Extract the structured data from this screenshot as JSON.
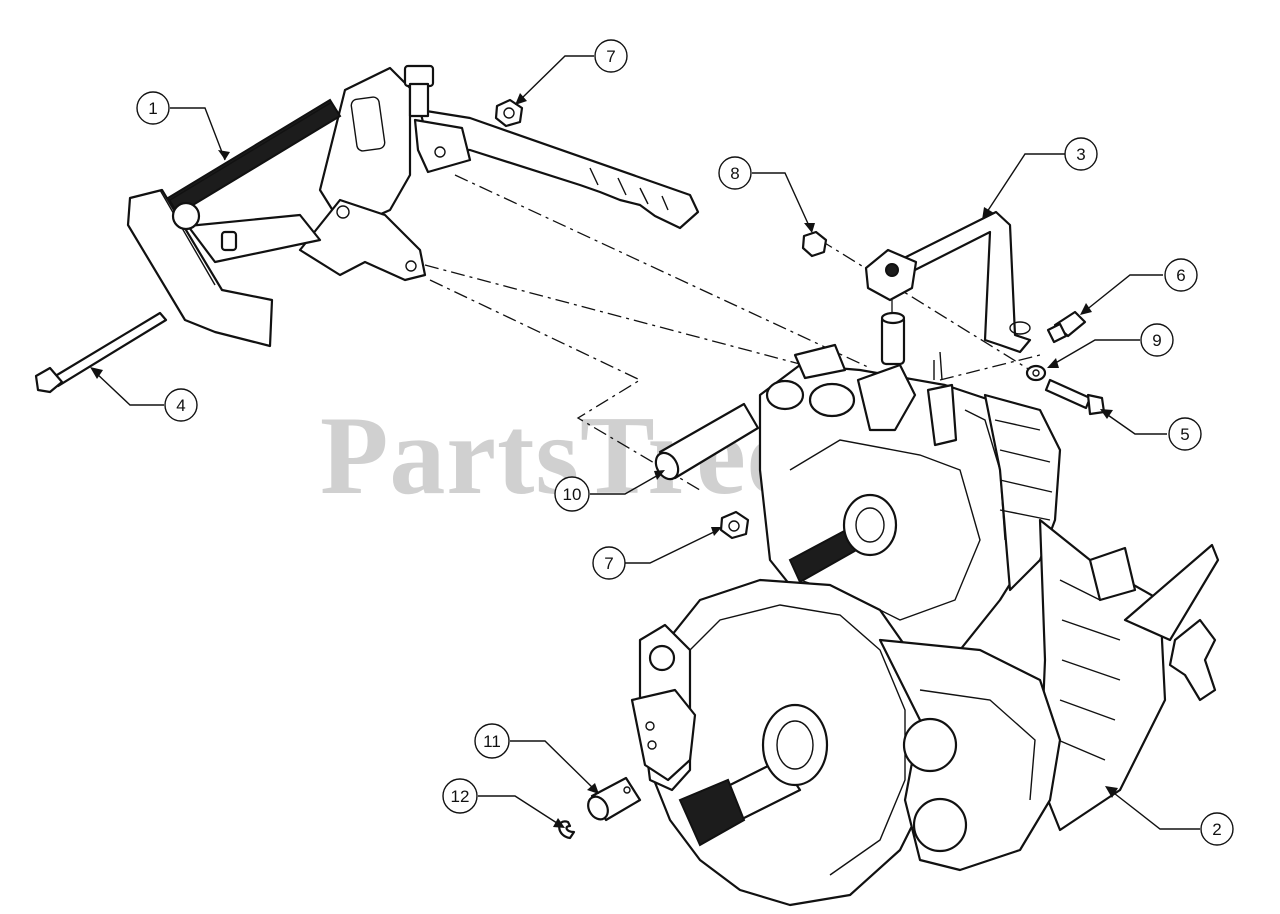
{
  "watermark": "PartsTree",
  "callouts": [
    {
      "num": "1"
    },
    {
      "num": "2"
    },
    {
      "num": "3"
    },
    {
      "num": "4"
    },
    {
      "num": "5"
    },
    {
      "num": "6"
    },
    {
      "num": "7"
    },
    {
      "num": "7"
    },
    {
      "num": "8"
    },
    {
      "num": "9"
    },
    {
      "num": "10"
    },
    {
      "num": "11"
    },
    {
      "num": "12"
    }
  ]
}
